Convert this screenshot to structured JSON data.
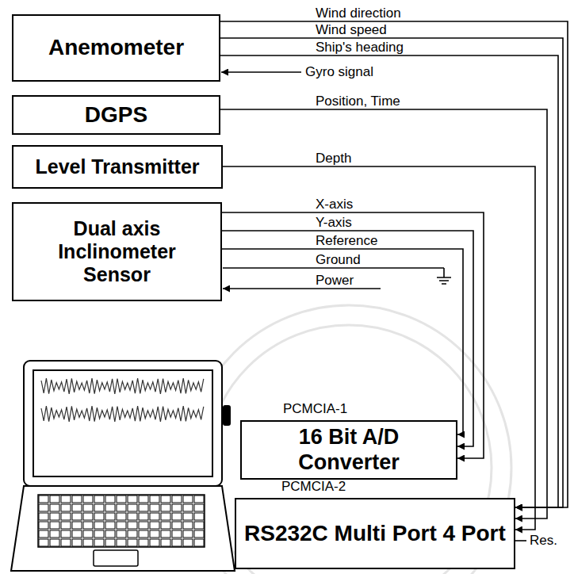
{
  "diagram": {
    "nodes": [
      {
        "text": [
          "Anemometer"
        ]
      },
      {
        "text": [
          "DGPS"
        ]
      },
      {
        "text": [
          "Level Transmitter"
        ]
      },
      {
        "text": [
          "Dual axis Inclinometer Sensor"
        ]
      },
      {
        "text": [
          "PCMCIA-1",
          "16 Bit A/D Converter"
        ]
      },
      {
        "text": [
          "PCMCIA-2",
          "RS232C Multi Port 4 Port"
        ]
      }
    ],
    "edges": [
      {
        "from": 0,
        "to": 5,
        "label": "Wind direction",
        "arrow": "to"
      },
      {
        "from": 0,
        "to": 5,
        "label": "Wind speed",
        "arrow": "to"
      },
      {
        "from": 0,
        "to": 5,
        "label": "Ship's heading",
        "arrow": "to"
      },
      {
        "from": 1,
        "to": 5,
        "label": "Position, Time",
        "arrow": "to"
      },
      {
        "from": 2,
        "to": 5,
        "label": "Depth",
        "arrow": "to"
      },
      {
        "from": 3,
        "to": 4,
        "label": "X-axis",
        "arrow": "to"
      },
      {
        "from": 3,
        "to": 4,
        "label": "Y-axis",
        "arrow": "to"
      },
      {
        "from": 3,
        "to": 4,
        "label": "Reference",
        "arrow": "to"
      }
    ],
    "labels": [
      "Gyro signal",
      "Ground",
      "Power",
      "Res."
    ]
  }
}
